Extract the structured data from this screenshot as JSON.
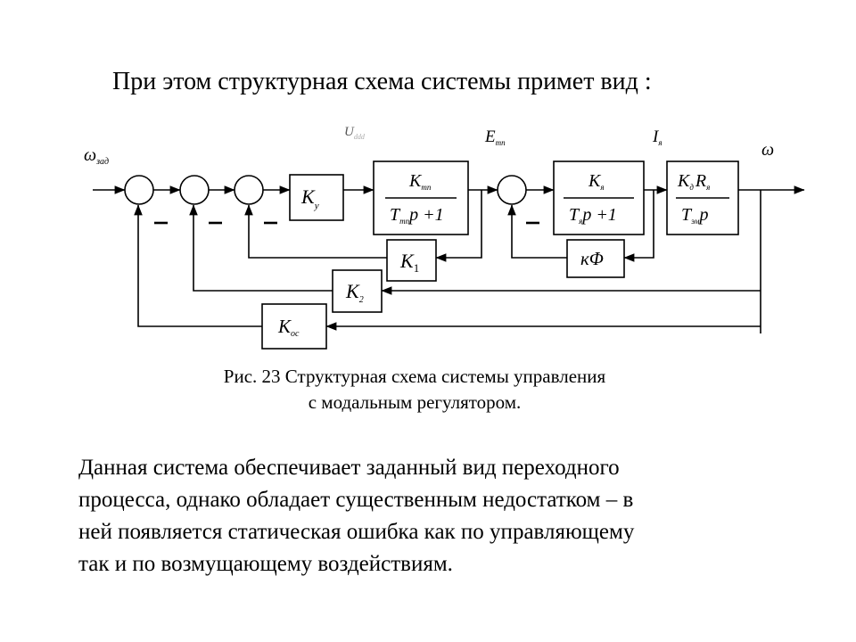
{
  "heading": "При этом структурная схема системы  примет вид :",
  "diagram": {
    "signals": {
      "input": "ω",
      "input_sub": "зад",
      "u": "U",
      "u_sub": "ddd",
      "e": "E",
      "e_sub": "тп",
      "i": "I",
      "i_sub": "я",
      "output": "ω"
    },
    "minus_sign": "−",
    "blocks": {
      "ky": {
        "main": "K",
        "sub": "у"
      },
      "thyristor": {
        "num": "K",
        "num_sub": "тп",
        "den_t": "T",
        "den_sub": "тп",
        "den_rest": "p +1"
      },
      "armature": {
        "num": "K",
        "num_sub": "я",
        "den_t": "T",
        "den_sub": "я",
        "den_rest": "p +1"
      },
      "mechanical": {
        "num_a": "K",
        "num_a_sub": "д",
        "num_b": "R",
        "num_b_sub": "я",
        "den_t": "T",
        "den_sub": "эм",
        "den_rest": "p"
      },
      "k1": {
        "main": "K",
        "sub": "1"
      },
      "kphi": {
        "main": "кΦ"
      },
      "k2": {
        "main": "K",
        "sub": "2"
      },
      "koc": {
        "main": "K",
        "sub": "ос"
      }
    }
  },
  "caption": {
    "line1": "Рис. 23  Структурная схема системы управления",
    "line2": "с модальным регулятором."
  },
  "body": {
    "line1": "Данная система обеспечивает заданный вид переходного",
    "line2": "процесса, однако обладает существенным недостатком – в",
    "line3": "ней появляется статическая ошибка как по управляющему",
    "line4": "так и по возмущающему воздействиям."
  }
}
